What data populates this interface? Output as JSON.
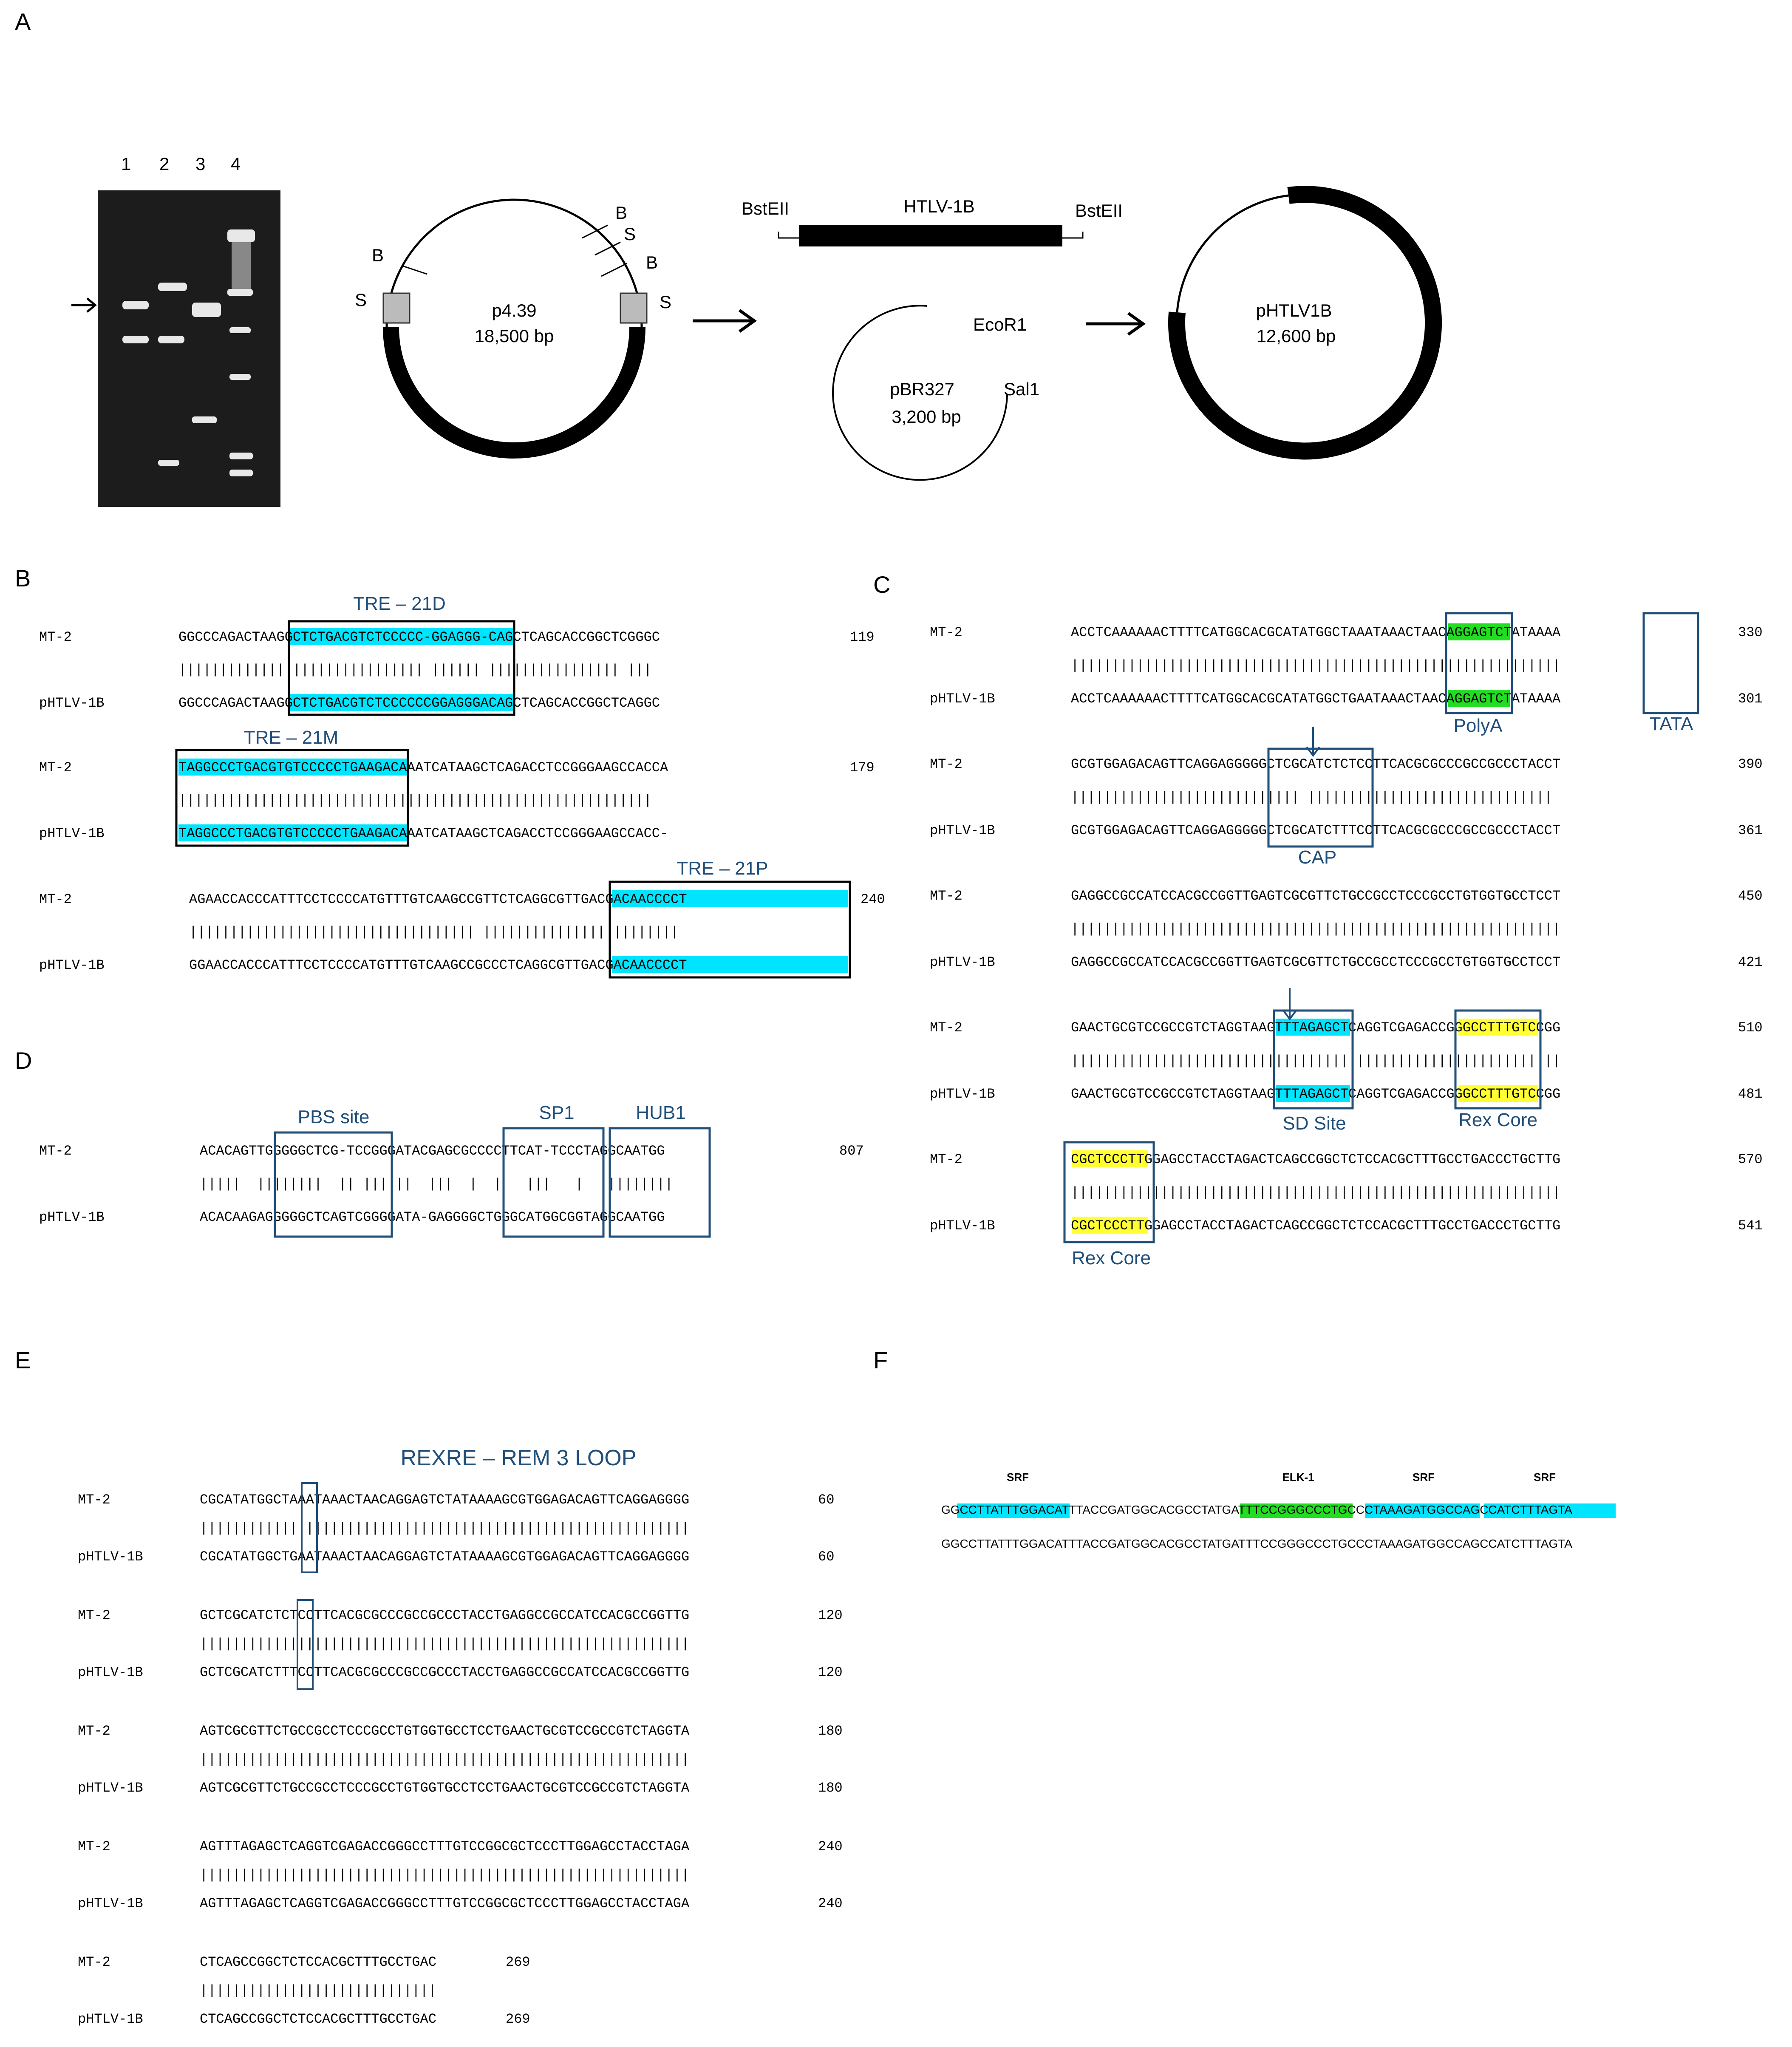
{
  "panels": {
    "A": "A",
    "B": "B",
    "C": "C",
    "D": "D",
    "E": "E",
    "F": "F"
  },
  "gel": {
    "lanes": [
      "1",
      "2",
      "3",
      "4"
    ]
  },
  "plasmids": {
    "p439": {
      "name": "p4.39",
      "size": "18,500 bp",
      "B": "B",
      "S": "S"
    },
    "insert": {
      "name": "HTLV-1B",
      "left": "BstEII",
      "right": "BstEII"
    },
    "pbr": {
      "name": "pBR327",
      "size": "3,200 bp",
      "ecor": "EcoR1",
      "sal": "Sal1"
    },
    "phtlv": {
      "name": "pHTLV1B",
      "size": "12,600 bp"
    }
  },
  "labels": {
    "mt2": "MT-2",
    "phtlv": "pHTLV-1B"
  },
  "B": {
    "rows": [
      {
        "top": "GGCCCAGACTAAGGCTCTGACGTCTCCCCC-GGAGGG-CAGCTCAGCACCGGCTCGGGC",
        "mid": "|||||||||||||||||||||||||||||| |||||| |||||||||||||||| |||",
        "bot": "GGCCCAGACTAAGGCTCTGACGTCTCCCCCCGGAGGGACAGCTCAGCACCGGCTCAGGC",
        "num": "119",
        "tag": "TRE – 21D"
      },
      {
        "top": "TAGGCCCTGACGTGTCCCCCTGAAGACAAATCATAAGCTCAGACCTCCGGGAAGCCACCA",
        "mid": "||||||||||||||||||||||||||||||||||||||||||||||||||||||||||",
        "bot": "TAGGCCCTGACGTGTCCCCCTGAAGACAAATCATAAGCTCAGACCTCCGGGAAGCCACC-",
        "num": "179",
        "tag": "TRE – 21M"
      },
      {
        "top": "AGAACCACCCATTTCCTCCCCATGTTTGTCAAGCCGTTCTCAGGCGTTGACGACAACCCCT",
        "mid": "||||||||||||||||||||||||||||||||||| ||||||||||||||||||||||||",
        "bot": "GGAACCACCCATTTCCTCCCCATGTTTGTCAAGCCGCCCTCAGGCGTTGACGACAACCCCT",
        "num": "240",
        "tag": "TRE – 21P"
      }
    ]
  },
  "C": {
    "rows": [
      {
        "top": "ACCTCAAAAAACTTTTCATGGCACGCATATGGCTAAATAAACTAACAGGAGTCTATAAAA",
        "mid": "||||||||||||||||||||||||||||||||||||||||||||||||||||||||||||",
        "bot": "ACCTCAAAAAACTTTTCATGGCACGCATATGGCTGAATAAACTAACAGGAGTCTATAAAA",
        "n1": "330",
        "n2": "301"
      },
      {
        "top": "GCGTGGAGACAGTTCAGGAGGGGGCTCGCATCTCTCCTTCACGCGCCCGCCGCCCTACCT",
        "mid": "|||||||||||||||||||||||||||| ||||||||||||||||||||||||||||||",
        "bot": "GCGTGGAGACAGTTCAGGAGGGGGCTCGCATCTTTCCTTCACGCGCCCGCCGCCCTACCT",
        "n1": "390",
        "n2": "361"
      },
      {
        "top": "GAGGCCGCCATCCACGCCGGTTGAGTCGCGTTCTGCCGCCTCCCGCCTGTGGTGCCTCCT",
        "mid": "||||||||||||||||||||||||||||||||||||||||||||||||||||||||||||",
        "bot": "GAGGCCGCCATCCACGCCGGTTGAGTCGCGTTCTGCCGCCTCCCGCCTGTGGTGCCTCCT",
        "n1": "450",
        "n2": "421"
      },
      {
        "top": "GAACTGCGTCCGCCGTCTAGGTAAGTTTAGAGCTCAGGTCGAGACCGGGCCTTTGTCCGG",
        "mid": "||||||||||||||||||||||||||||||||||||||||||||||||||||||||||||",
        "bot": "GAACTGCGTCCGCCGTCTAGGTAAGTTTAGAGCTCAGGTCGAGACCGGGCCTTTGTCCGG",
        "n1": "510",
        "n2": "481"
      },
      {
        "top": "CGCTCCCTTGGAGCCTACCTAGACTCAGCCGGCTCTCCACGCTTTGCCTGACCCTGCTTG",
        "mid": "||||||||||||||||||||||||||||||||||||||||||||||||||||||||||||",
        "bot": "CGCTCCCTTGGAGCCTACCTAGACTCAGCCGGCTCTCCACGCTTTGCCTGACCCTGCTTG",
        "n1": "570",
        "n2": "541"
      }
    ],
    "tags": {
      "polya": "PolyA",
      "tata": "TATA",
      "cap": "CAP",
      "sd": "SD Site",
      "rex1": "Rex Core",
      "rex2": "Rex Core"
    }
  },
  "D": {
    "top": "ACACAGTTGGGGGCTCG-TCCGGGATACGAGCGCCCCTTCAT-TCCCTAGGCAATGG",
    "mid": "|||||  ||||||||  || ||||||  |||  |  |   |||   |  |||||||||",
    "bot": "ACACAAGAGGGGGCTCAGTCGGGGATA-GAGGGGCTGGGCATGGCGGTAGGCAATGG",
    "num": "807",
    "tags": {
      "pbs": "PBS site",
      "sp1": "SP1",
      "hub1": "HUB1"
    }
  },
  "E": {
    "title": "REXRE – REM 3 LOOP",
    "rows": [
      {
        "top": "CGCATATGGCTAAATAAACTAACAGGAGTCTATAAAAGCGTGGAGACAGTTCAGGAGGGG",
        "mid": "||||||||||||||||||||||||||||||||||||||||||||||||||||||||||||",
        "bot": "CGCATATGGCTGAATAAACTAACAGGAGTCTATAAAAGCGTGGAGACAGTTCAGGAGGGG",
        "num": "60"
      },
      {
        "top": "GCTCGCATCTCTCCTTCACGCGCCCGCCGCCCTACCTGAGGCCGCCATCCACGCCGGTTG",
        "mid": "||||||||||||||||||||||||||||||||||||||||||||||||||||||||||||",
        "bot": "GCTCGCATCTTTCCTTCACGCGCCCGCCGCCCTACCTGAGGCCGCCATCCACGCCGGTTG",
        "num": "120"
      },
      {
        "top": "AGTCGCGTTCTGCCGCCTCCCGCCTGTGGTGCCTCCTGAACTGCGTCCGCCGTCTAGGTA",
        "mid": "||||||||||||||||||||||||||||||||||||||||||||||||||||||||||||",
        "bot": "AGTCGCGTTCTGCCGCCTCCCGCCTGTGGTGCCTCCTGAACTGCGTCCGCCGTCTAGGTA",
        "num": "180"
      },
      {
        "top": "AGTTTAGAGCTCAGGTCGAGACCGGGCCTTTGTCCGGCGCTCCCTTGGAGCCTACCTAGA",
        "mid": "||||||||||||||||||||||||||||||||||||||||||||||||||||||||||||",
        "bot": "AGTTTAGAGCTCAGGTCGAGACCGGGCCTTTGTCCGGCGCTCCCTTGGAGCCTACCTAGA",
        "num": "240"
      },
      {
        "top": "CTCAGCCGGCTCTCCACGCTTTGCCTGAC",
        "mid": "|||||||||||||||||||||||||||||",
        "bot": "CTCAGCCGGCTCTCCACGCTTTGCCTGAC",
        "num": "269"
      }
    ]
  },
  "F": {
    "top": "GGCCTTATTTGGACATTTACCGATGGCACGCCTATGATTTCCGGGCCCTGCCCTAAAGATGGCCAGCCATCTTTAGTA",
    "bot": "GGCCTTATTTGGACATTTACCGATGGCACGCCTATGATTTCCGGGCCCTGCCCTAAAGATGGCCAGCCATCTTTAGTA",
    "tags": {
      "srf1": "SRF",
      "elk": "ELK-1",
      "srf2": "SRF",
      "srf3": "SRF"
    }
  },
  "colors": {
    "cyan": "#00e5ff",
    "green": "#22dd22",
    "yellow": "#ffff33",
    "box": "#1f4e79"
  }
}
